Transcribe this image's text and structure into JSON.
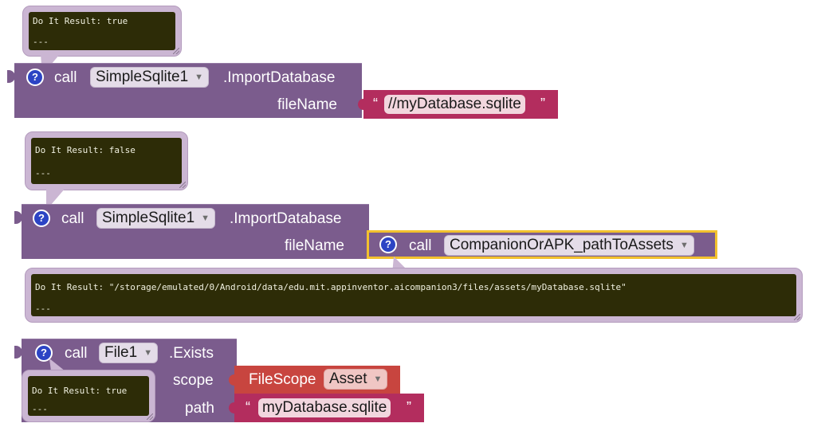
{
  "result1": {
    "line1": "Do It Result: true",
    "line2": "---"
  },
  "block1": {
    "call": "call",
    "component": "SimpleSqlite1",
    "method": ".ImportDatabase",
    "param_label": "fileName",
    "string_value": "//myDatabase.sqlite",
    "open_quote": "“",
    "close_quote": "”"
  },
  "result2": {
    "line1": "Do It Result: false",
    "line2": "---"
  },
  "block2": {
    "call": "call",
    "component": "SimpleSqlite1",
    "method": ".ImportDatabase",
    "param_label": "fileName",
    "inner_call": "call",
    "inner_procedure": "CompanionOrAPK_pathToAssets"
  },
  "result3": {
    "line1": "Do It Result: \"/storage/emulated/0/Android/data/edu.mit.appinventor.aicompanion3/files/assets/myDatabase.sqlite\"",
    "line2": "---"
  },
  "block3": {
    "call": "call",
    "component": "File1",
    "method": ".Exists",
    "scope_label": "scope",
    "scope_enum": "FileScope",
    "scope_value": "Asset",
    "path_label": "path",
    "path_value": "myDatabase.sqlite",
    "open_quote": "“",
    "close_quote": "”"
  },
  "result4": {
    "line1": "Do It Result: true",
    "line2": "---"
  },
  "icons": {
    "help": "?",
    "dropdown": "▼"
  },
  "colors": {
    "component_block": "#7b5c8d",
    "text_block": "#b32d5e",
    "enum_block": "#c8453f",
    "result_bg": "#2d2c07",
    "selection_outline": "#f2c12e",
    "help_icon": "#2c44c4"
  }
}
